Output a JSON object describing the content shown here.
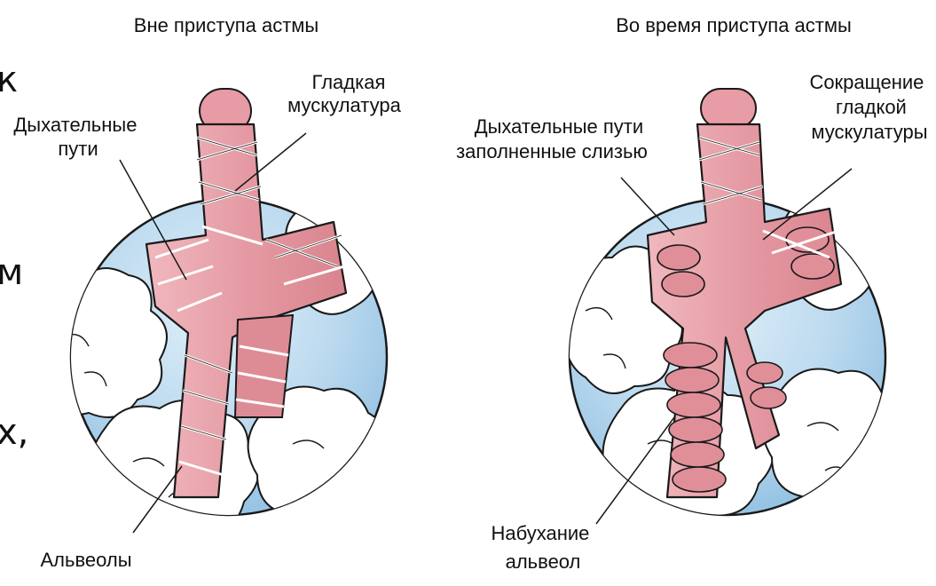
{
  "left_panel": {
    "title": "Вне приступа астмы",
    "airways_label": [
      "Дыхательные",
      "пути"
    ],
    "smooth_muscle_label": [
      "Гладкая",
      "мускулатура"
    ],
    "alveoli_label": "Альвеолы"
  },
  "right_panel": {
    "title": "Во время приступа астмы",
    "mucus_airways_label": [
      "Дыхательные пути",
      "заполненные слизью"
    ],
    "contraction_label": [
      "Сокращение",
      "гладкой",
      "мускулатуры"
    ],
    "swelling_label": [
      "Набухание",
      "альвеол"
    ]
  },
  "cut_text": {
    "lines": [
      "к",
      "м",
      "х,"
    ]
  },
  "colors": {
    "circle_fill": "#a9cfe9",
    "circle_light": "#d6e9f6",
    "airway": "#e39aa2",
    "airway_dark": "#d8838d",
    "alveoli": "#ffffff",
    "outline": "#1a1a1a"
  }
}
